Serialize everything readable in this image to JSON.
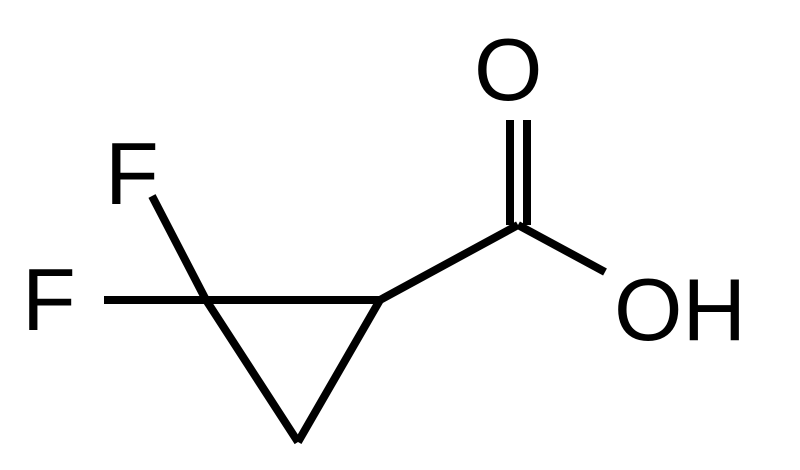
{
  "molecule": {
    "atoms": {
      "fluorine_top": "F",
      "fluorine_left": "F",
      "carbonyl_oxygen": "O",
      "hydroxyl": "OH"
    }
  }
}
